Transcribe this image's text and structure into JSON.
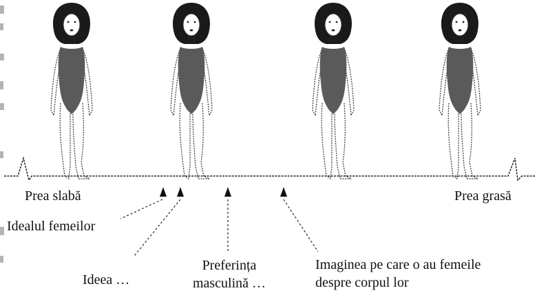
{
  "labels": {
    "too_thin": "Prea slabă",
    "too_fat": "Prea grasă",
    "women_ideal": "Idealul femeilor",
    "idea": "Ideea …",
    "male_pref_line1": "Preferința",
    "male_pref_line2": "masculină …",
    "self_image_line1": "Imaginea pe care o au femeile",
    "self_image_line2": "despre corpul lor"
  },
  "figures": [
    {
      "name": "figure-1"
    },
    {
      "name": "figure-2"
    },
    {
      "name": "figure-3"
    },
    {
      "name": "figure-4"
    }
  ],
  "markers": [
    "women-ideal",
    "idea",
    "male-preference",
    "self-image"
  ],
  "colors": {
    "ink": "#111111",
    "hair": "#1a1a1a",
    "swimsuit": "#5a5a5a"
  }
}
